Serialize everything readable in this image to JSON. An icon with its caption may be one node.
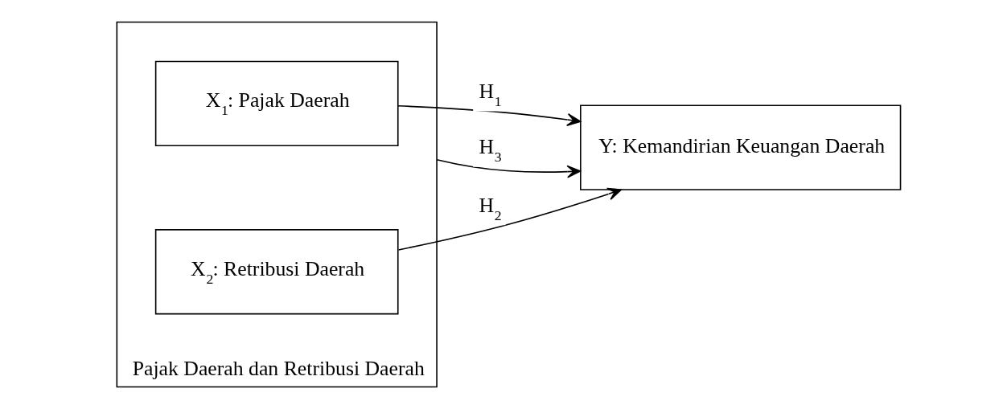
{
  "diagram": {
    "nodes": [
      {
        "text": [
          "Pajak Daerah dan Retribusi Daerah"
        ]
      },
      {
        "text": [
          "X$_{1}$: Pajak Daerah"
        ],
        "in": 0
      },
      {
        "text": [
          "X$_{2}$: Retribusi Daerah"
        ],
        "in": 0
      },
      {
        "text": [
          "Y: Kemandirian Keuangan Daerah"
        ]
      }
    ],
    "edges": [
      {
        "from": 1,
        "to": 3,
        "arrow": "to",
        "label": "H$_{1}$"
      },
      {
        "from": 0,
        "to": 3,
        "arrow": "to",
        "label": "H$_{3}$"
      },
      {
        "from": 2,
        "to": 3,
        "arrow": "to",
        "label": "H$_{2}$"
      }
    ]
  }
}
